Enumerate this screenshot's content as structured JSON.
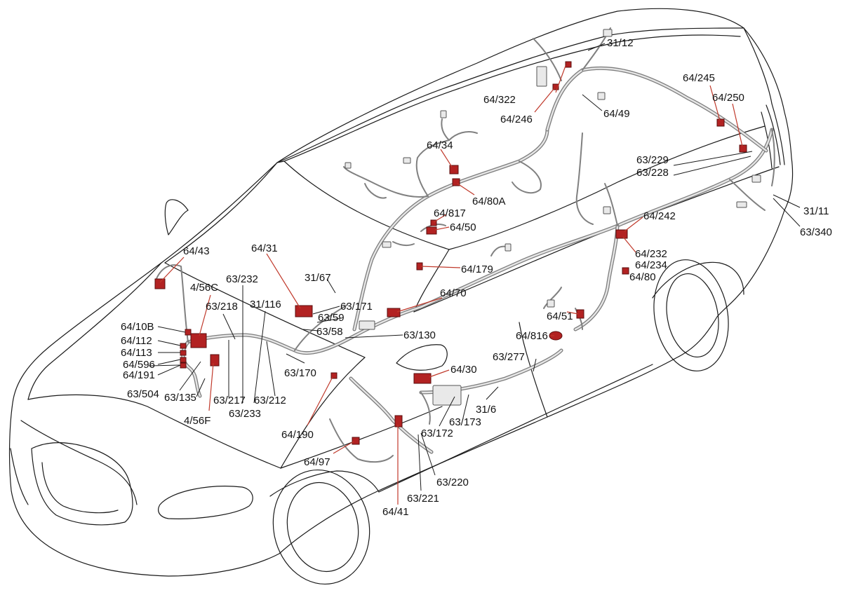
{
  "accent_color": "#c0392b",
  "component_color": "#b22222",
  "harness_color": "#7d7d7d",
  "labels": {
    "l_31_12": "31/12",
    "l_64_245": "64/245",
    "l_64_250": "64/250",
    "l_64_322": "64/322",
    "l_64_246": "64/246",
    "l_64_49": "64/49",
    "l_64_34": "64/34",
    "l_64_80A": "64/80A",
    "l_63_229": "63/229",
    "l_63_228": "63/228",
    "l_31_11": "31/11",
    "l_63_340": "63/340",
    "l_64_817": "64/817",
    "l_64_50": "64/50",
    "l_64_242": "64/242",
    "l_64_31": "64/31",
    "l_64_179": "64/179",
    "l_64_232": "64/232",
    "l_64_234": "64/234",
    "l_64_80": "64/80",
    "l_64_43": "64/43",
    "l_31_67": "31/67",
    "l_63_232": "63/232",
    "l_4_56C": "4/56C",
    "l_31_116": "31/116",
    "l_63_171": "63/171",
    "l_64_70": "64/70",
    "l_63_218": "63/218",
    "l_63_59": "63/59",
    "l_64_10B": "64/10B",
    "l_63_58": "63/58",
    "l_64_51": "64/51",
    "l_63_130": "63/130",
    "l_64_112": "64/112",
    "l_64_816": "64/816",
    "l_64_113": "64/113",
    "l_63_277": "63/277",
    "l_64_596": "64/596",
    "l_64_191": "64/191",
    "l_63_170": "63/170",
    "l_64_30": "64/30",
    "l_63_504": "63/504",
    "l_63_135": "63/135",
    "l_63_217": "63/217",
    "l_63_212": "63/212",
    "l_31_6": "31/6",
    "l_63_233": "63/233",
    "l_4_56F": "4/56F",
    "l_63_173": "63/173",
    "l_63_172": "63/172",
    "l_64_190": "64/190",
    "l_64_97": "64/97",
    "l_63_220": "63/220",
    "l_63_221": "63/221",
    "l_64_41": "64/41"
  }
}
